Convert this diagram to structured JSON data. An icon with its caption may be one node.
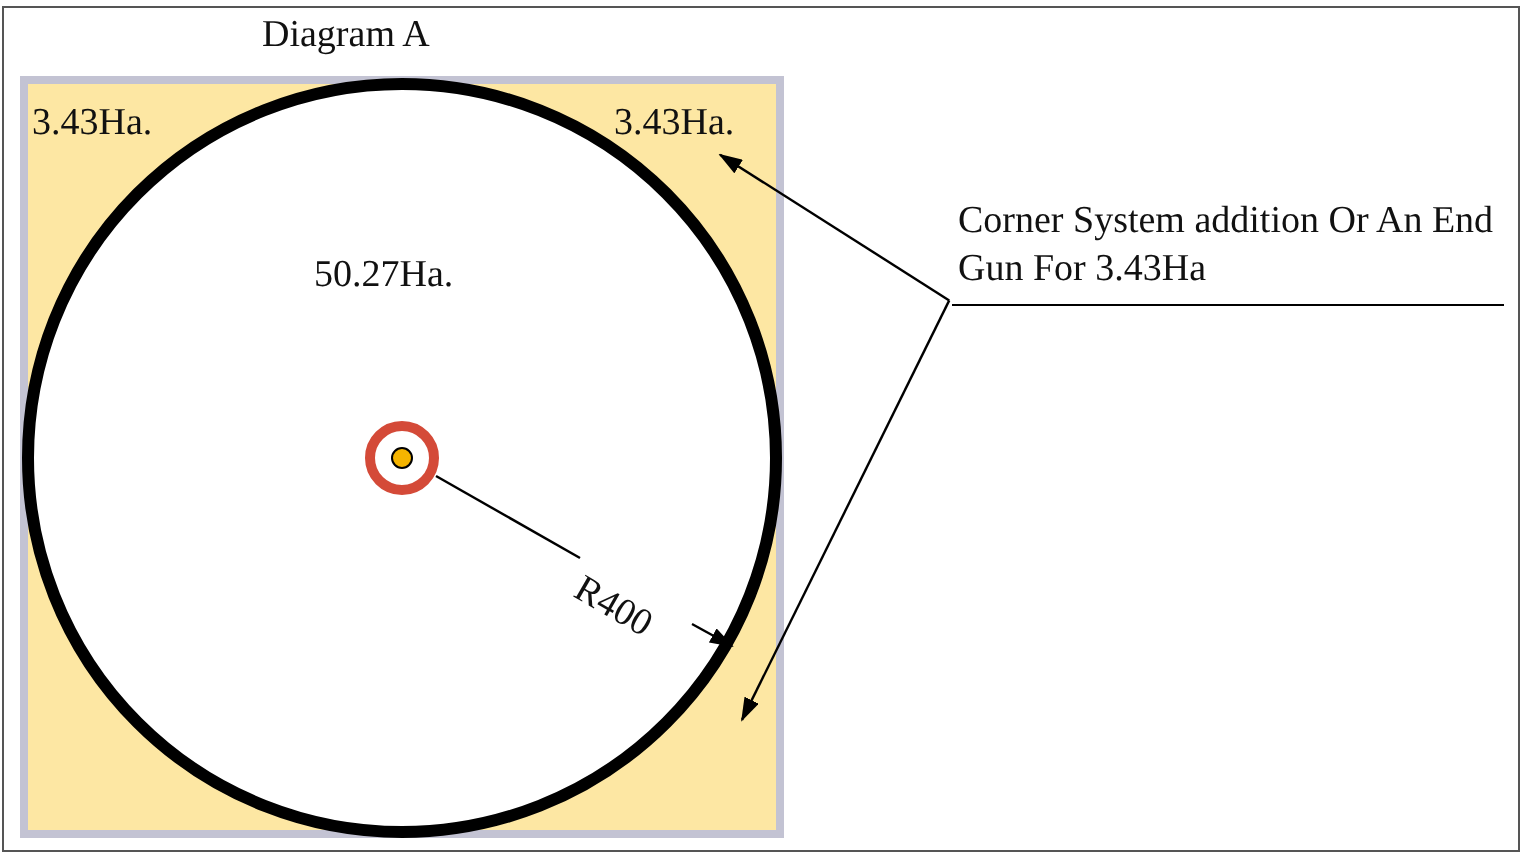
{
  "diagram": {
    "title": "Diagram A",
    "nodes": [
      {
        "text": [],
        "shape": "box"
      },
      {
        "text": [
          "3.43Ha."
        ],
        "in": 0
      },
      {
        "text": [
          "3.43Ha."
        ],
        "in": 0
      },
      {
        "text": [
          "50.27Ha."
        ],
        "in": 0
      },
      {
        "text": [],
        "shape": "circle",
        "in": 3
      },
      {
        "text": [
          "Corner System addition Or An End Gun For 3.43Ha"
        ]
      }
    ],
    "edges": [
      {
        "from": 5,
        "to": 2,
        "arrow": "to"
      },
      {
        "from": 5,
        "to": 0,
        "arrow": "to"
      }
    ],
    "labels": [
      "R400"
    ]
  }
}
